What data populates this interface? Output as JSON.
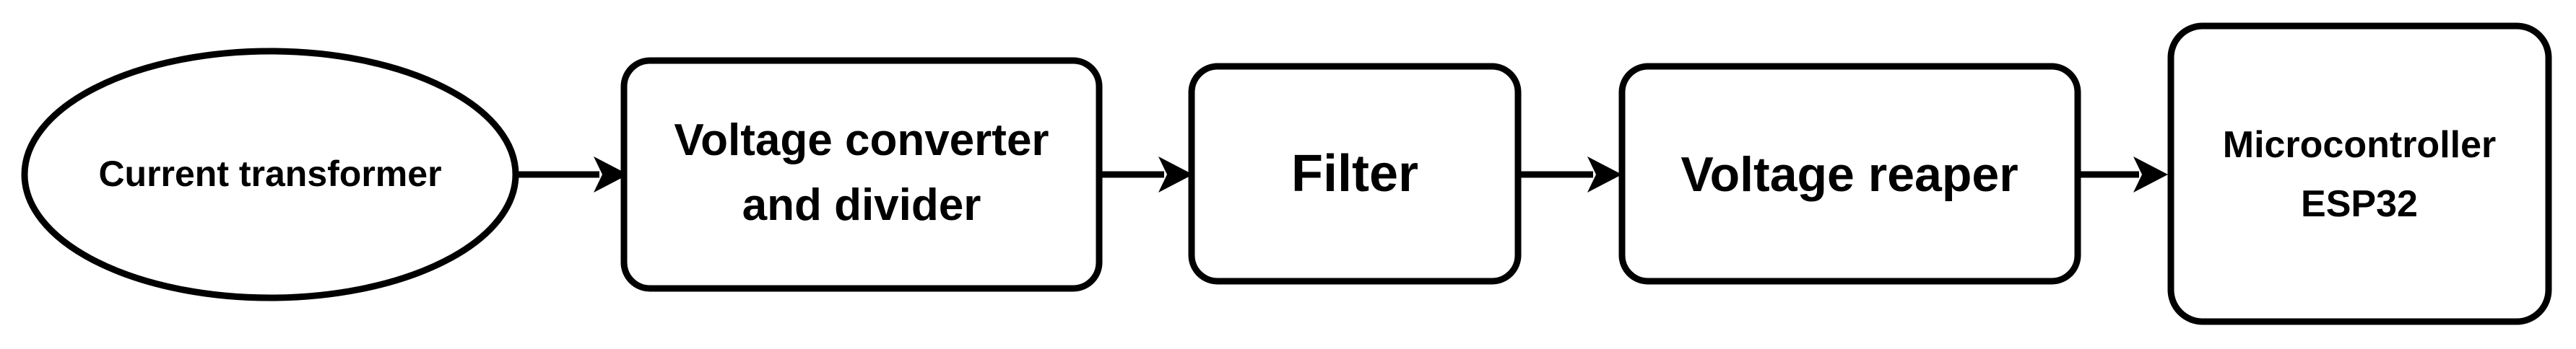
{
  "nodes": [
    {
      "id": "current-transformer",
      "shape": "ellipse",
      "lines": [
        "Current transformer"
      ]
    },
    {
      "id": "voltage-converter",
      "shape": "rounded-rect",
      "lines": [
        "Voltage converter",
        "and divider"
      ]
    },
    {
      "id": "filter",
      "shape": "rounded-rect",
      "lines": [
        "Filter"
      ]
    },
    {
      "id": "voltage-reaper",
      "shape": "rounded-rect",
      "lines": [
        "Voltage reaper"
      ]
    },
    {
      "id": "microcontroller",
      "shape": "rounded-rect",
      "lines": [
        "Microcontroller",
        "ESP32"
      ]
    }
  ],
  "edges": [
    {
      "from": "current-transformer",
      "to": "voltage-converter"
    },
    {
      "from": "voltage-converter",
      "to": "filter"
    },
    {
      "from": "filter",
      "to": "voltage-reaper"
    },
    {
      "from": "voltage-reaper",
      "to": "microcontroller"
    }
  ],
  "colors": {
    "stroke": "#000000",
    "fill": "#ffffff",
    "text": "#000000"
  }
}
